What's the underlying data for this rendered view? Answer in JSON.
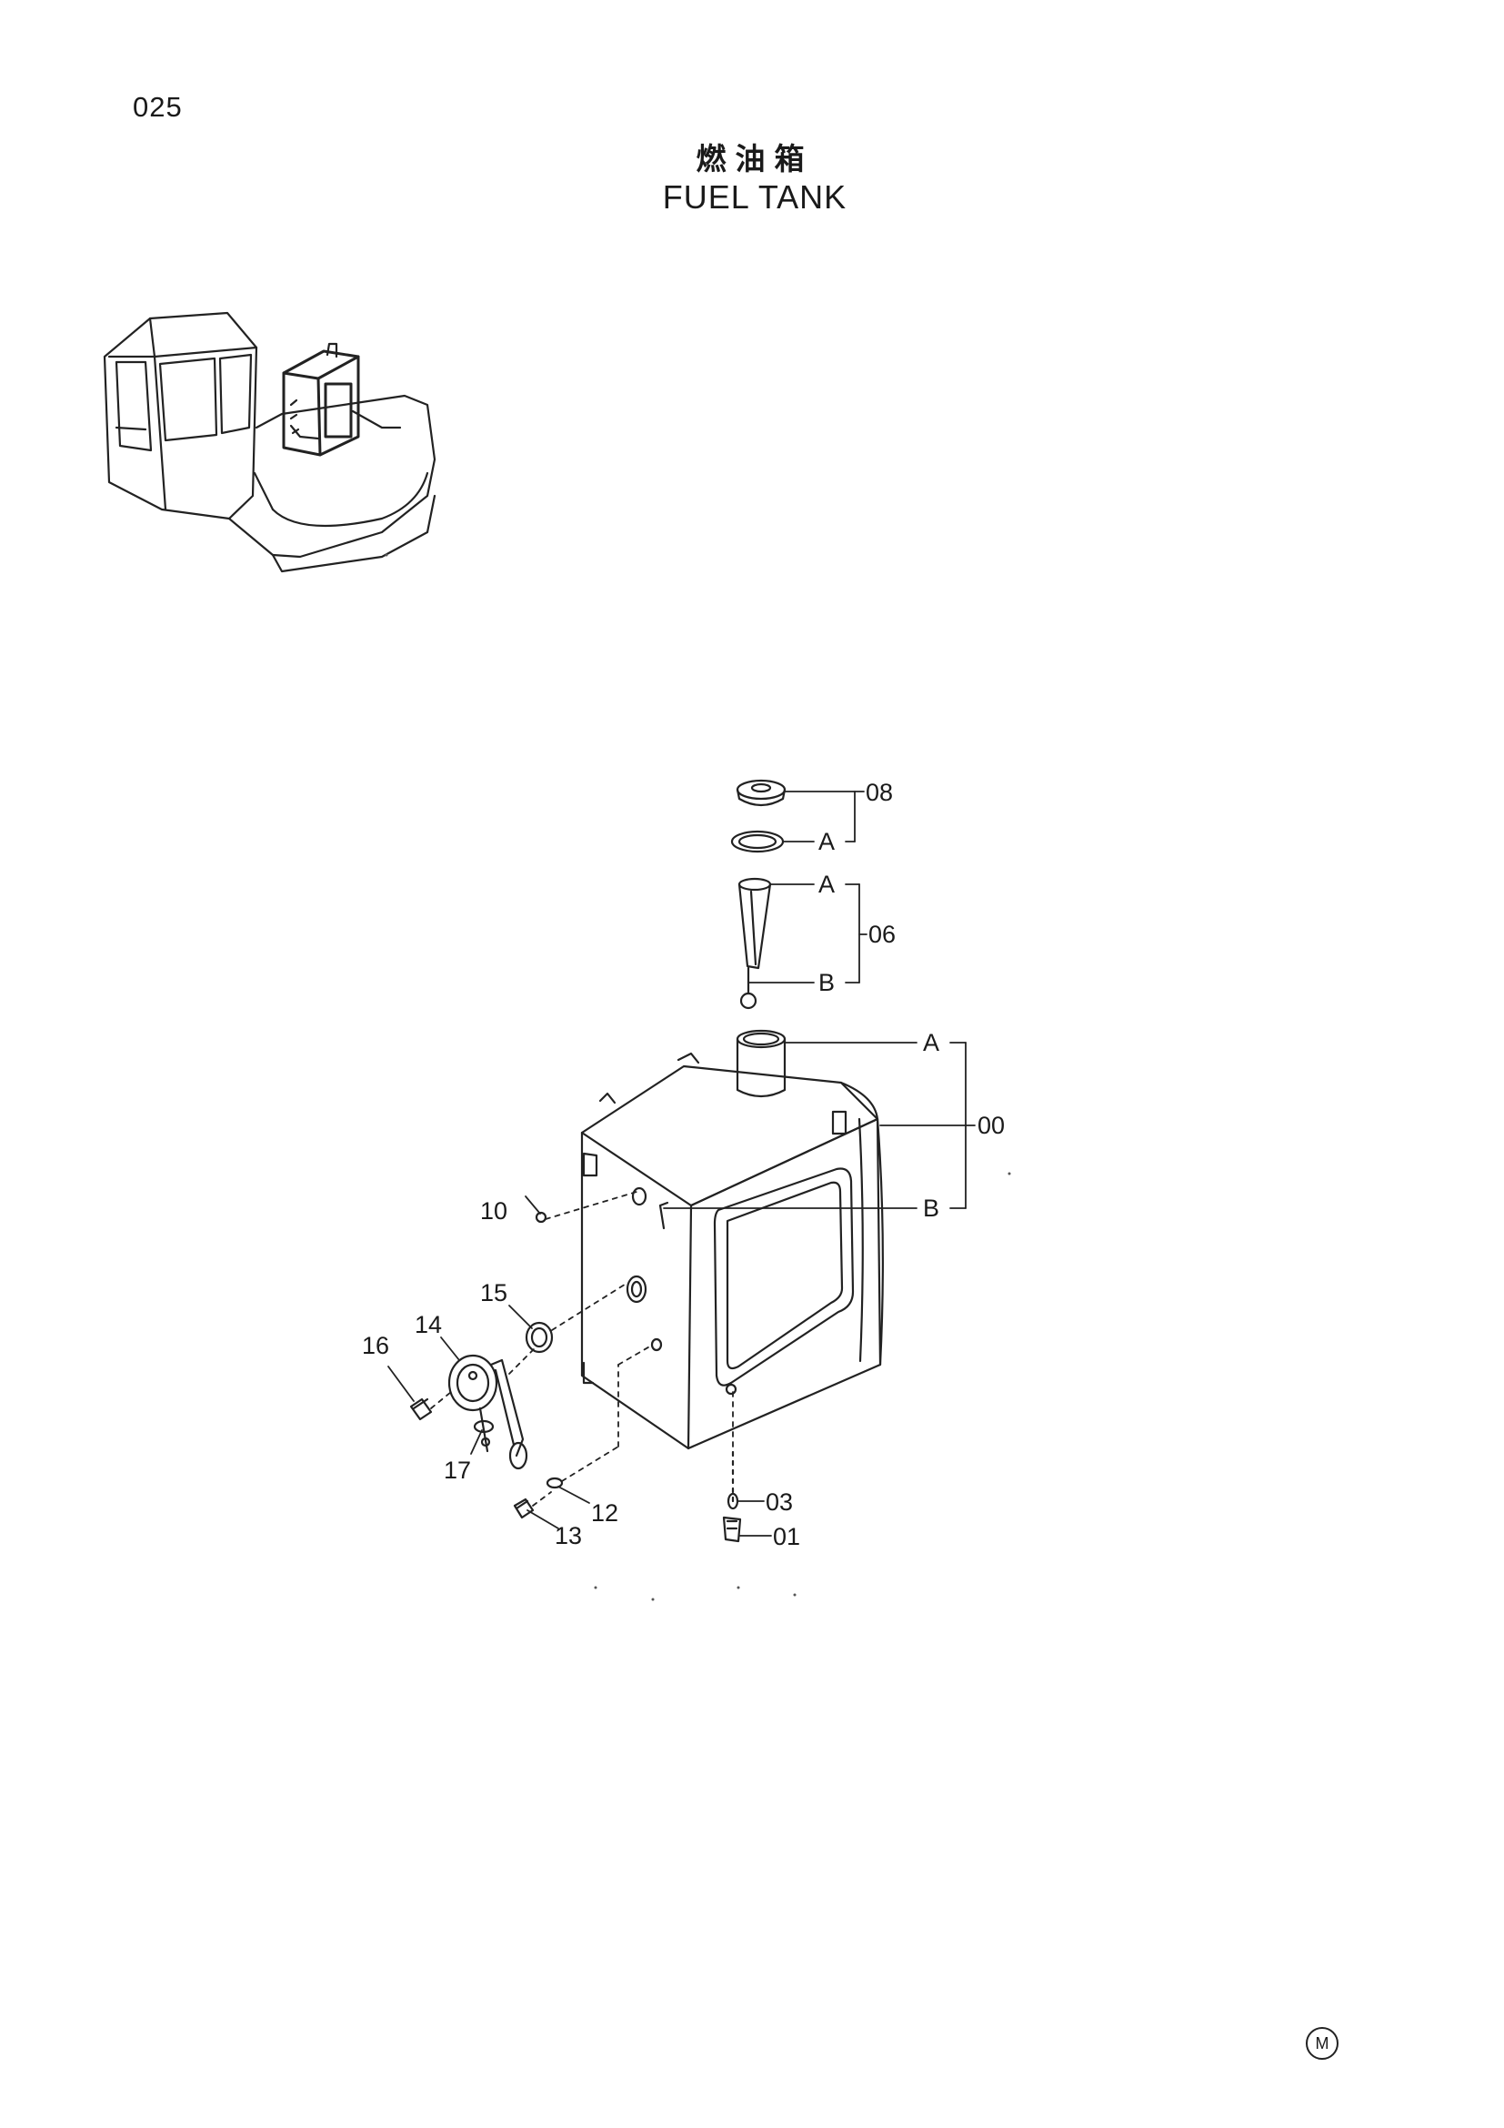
{
  "page": {
    "number": "025",
    "title_cn": "燃油箱",
    "title_en": "FUEL TANK"
  },
  "callouts": {
    "c08": "08",
    "cA1": "A",
    "cA2": "A",
    "c06": "06",
    "cB1": "B",
    "cA3": "A",
    "c00": "00",
    "cB2": "B",
    "c10": "10",
    "c15": "15",
    "c14": "14",
    "c16": "16",
    "c17": "17",
    "c12": "12",
    "c13": "13",
    "c03": "03",
    "c01": "01"
  },
  "footer_mark": "M"
}
